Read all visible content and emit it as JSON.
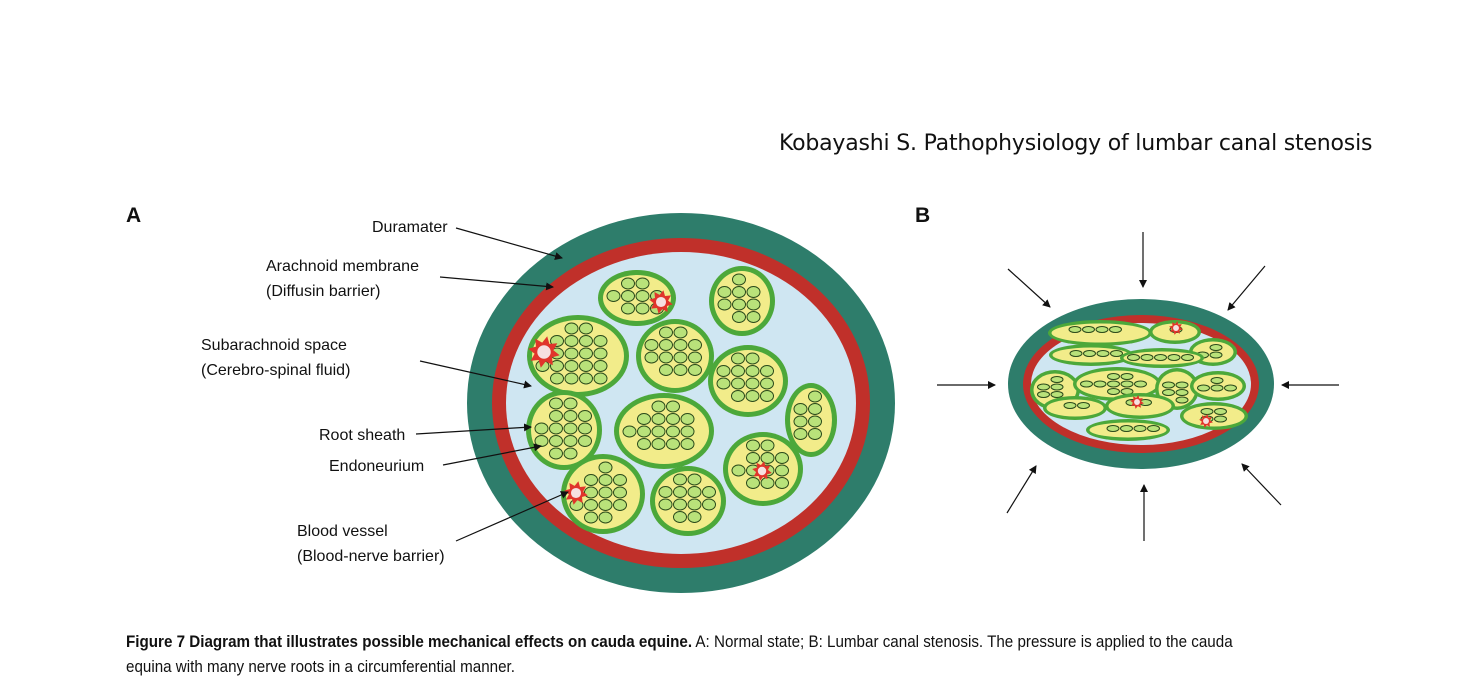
{
  "header": {
    "title": "Kobayashi S. Pathophysiology of lumbar canal stenosis"
  },
  "panels": {
    "a_letter": "A",
    "b_letter": "B"
  },
  "labels": {
    "duramater": "Duramater",
    "arachnoid_line1": "Arachnoid membrane",
    "arachnoid_line2": "(Diffusin barrier)",
    "subarachnoid_line1": "Subarachnoid space",
    "subarachnoid_line2": "(Cerebro-spinal fluid)",
    "root_sheath": "Root sheath",
    "endoneurium": "Endoneurium",
    "blood_vessel_line1": "Blood vessel",
    "blood_vessel_line2": "(Blood-nerve barrier)"
  },
  "caption": {
    "bold": "Figure 7  Diagram that illustrates possible mechanical effects on cauda equine.",
    "text": " A: Normal state; B: Lumbar canal stenosis. The pressure is applied to the cauda equina with many nerve roots in a circumferential manner."
  },
  "colors": {
    "dura": "#2e7d6b",
    "arachnoid": "#c0302a",
    "csf": "#cfe6f2",
    "root_sheath": "#4ca83a",
    "endoneurium_fill": "#f2ec8a",
    "fascicle": "#b9e27a",
    "vessel": "#e0352b"
  }
}
